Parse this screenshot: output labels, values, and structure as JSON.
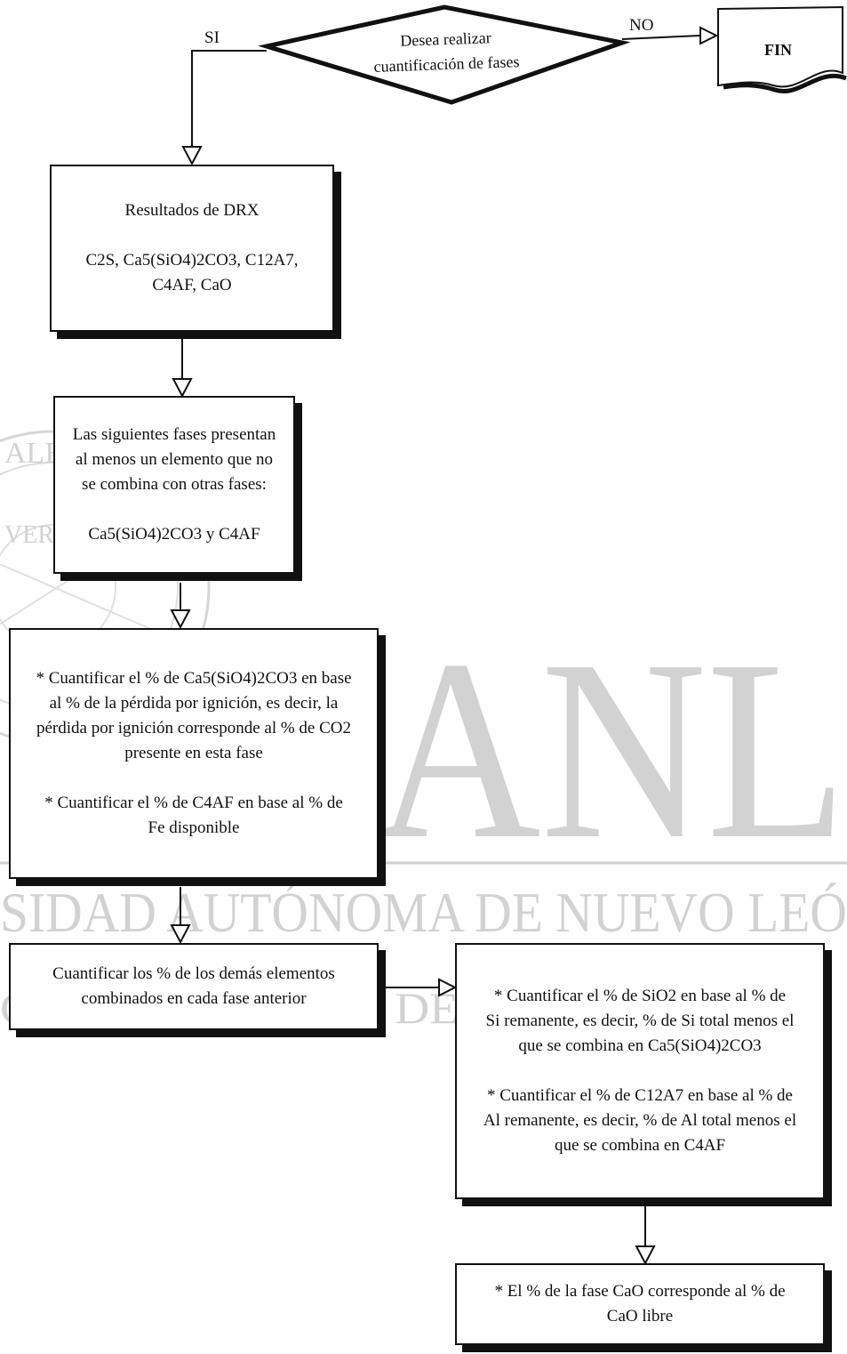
{
  "watermark": {
    "title": "UANL",
    "university": "SIDAD AUTÓNOMA DE NUEVO LEÓ",
    "direction": "CCION GENERAL DE BIBLIOTECAS",
    "seal_text": [
      "ALERE FLAMMAM",
      "VERITATIS"
    ]
  },
  "flowchart": {
    "decision": {
      "lines": [
        "Desea realizar",
        "cuantificación de fases"
      ]
    },
    "labels": {
      "yes": "SI",
      "no": "NO"
    },
    "end_terminal": "FIN",
    "drx_results": {
      "title": "Resultados de DRX",
      "phases_line1": "C2S, Ca5(SiO4)2CO3, C12A7,",
      "phases_line2": "C4AF, CaO"
    },
    "uncombined_phases": {
      "lines": [
        "Las siguientes fases presentan",
        "al  menos un  elemento que no",
        "se combina con  otras fases:"
      ],
      "phases": "Ca5(SiO4)2CO3 y C4AF"
    },
    "quantify_first": {
      "item1_lines": [
        "* Cuantificar  el % de Ca5(SiO4)2CO3 en base",
        "al % de la pérdida por ignición, es decir,  la",
        "pérdida por ignición  corresponde al % de CO2",
        "presente en esta fase"
      ],
      "item2_lines": [
        "* Cuantificar  el % de C4AF en base al % de",
        "Fe disponible"
      ]
    },
    "quantify_others": {
      "lines": [
        "Cuantificar  los %  de los demás elementos",
        "combinados en  cada fase anterior"
      ]
    },
    "quantify_remaining": {
      "item1_lines": [
        "* Cuantificar el % de SiO2 en  base al  %  de",
        "Si remanente, es decir, % de Si total menos el",
        "que se combina en Ca5(SiO4)2CO3"
      ],
      "item2_lines": [
        "* Cuantificar el % de C12A7 en  base al  % de",
        "Al remanente, es decir, % de Al total  menos el",
        "que se combina en C4AF"
      ]
    },
    "cao_phase": {
      "lines": [
        "* El % de la fase CaO corresponde al % de",
        "CaO libre"
      ]
    }
  }
}
